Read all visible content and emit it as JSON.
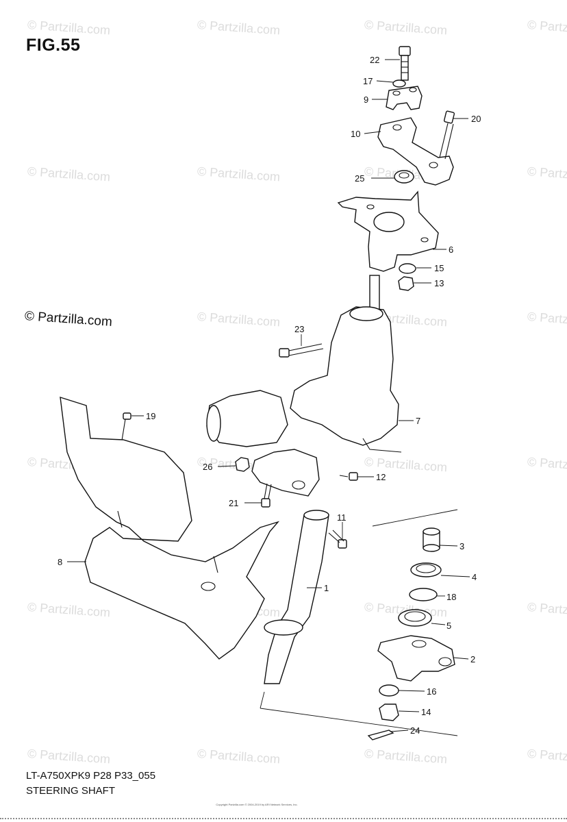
{
  "figure": {
    "title": "FIG.55",
    "model_code": "LT-A750XPK9 P28 P33_055",
    "name": "STEERING SHAFT"
  },
  "watermark": {
    "brand": "© Partzilla.com",
    "text": "© Partzilla.com"
  },
  "copyright_note": "Copyright Partzilla.com © 2004-2019 by ARI Network Services, Inc.",
  "callouts": {
    "c1": "1",
    "c2": "2",
    "c3": "3",
    "c4": "4",
    "c5": "5",
    "c6": "6",
    "c7": "7",
    "c8": "8",
    "c9": "9",
    "c10": "10",
    "c11": "11",
    "c12": "12",
    "c13": "13",
    "c14": "14",
    "c15": "15",
    "c16": "16",
    "c17": "17",
    "c18": "18",
    "c19": "19",
    "c20": "20",
    "c21": "21",
    "c22": "22",
    "c23": "23",
    "c24": "24",
    "c25": "25",
    "c26": "26"
  }
}
